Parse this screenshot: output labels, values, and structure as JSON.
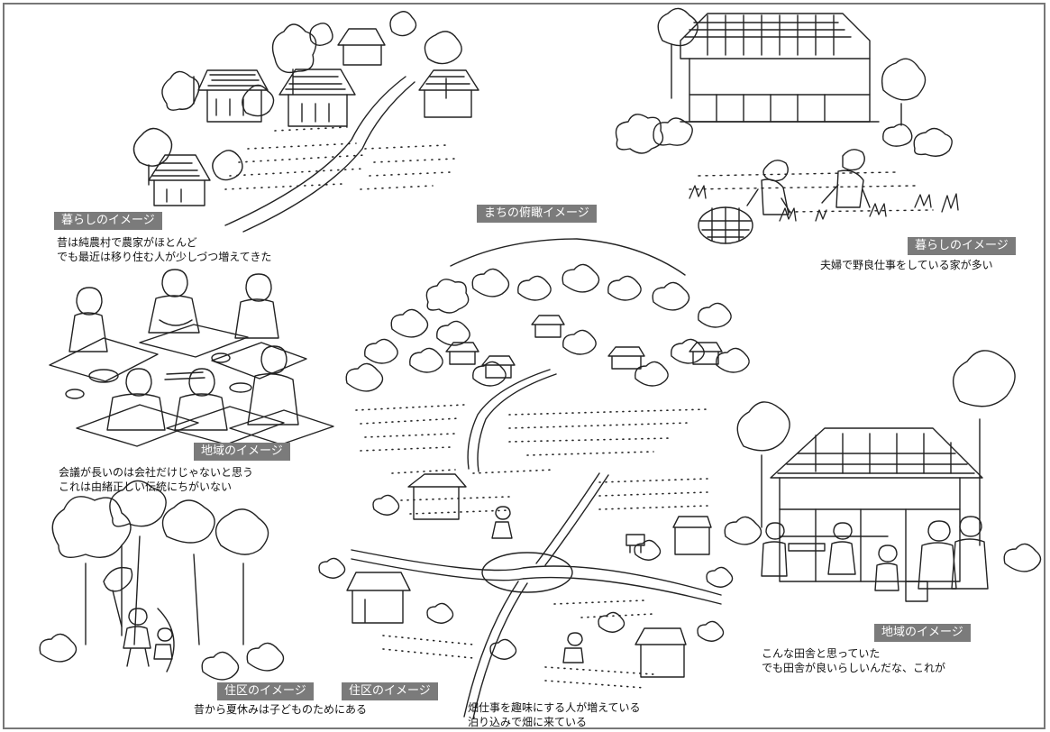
{
  "labels": {
    "top_left": "暮らしのイメージ",
    "center_top": "まちの俯瞰イメージ",
    "top_right": "暮らしのイメージ",
    "middle_left": "地域のイメージ",
    "bottom_left": "住区のイメージ",
    "bottom_center": "住区のイメージ",
    "bottom_right": "地域のイメージ"
  },
  "captions": {
    "top_left": [
      "昔は純農村で農家がほとんど",
      "でも最近は移り住む人が少しづつ増えてきた"
    ],
    "top_right": [
      "夫婦で野良仕事をしている家が多い"
    ],
    "middle_left": [
      "会議が長いのは会社だけじゃないと思う",
      "これは由緒正しい伝統にちがいない"
    ],
    "bottom_left": [
      "昔から夏休みは子どものためにある"
    ],
    "bottom_center": [
      "畑仕事を趣味にする人が増えている",
      "泊り込みで畑に来ている"
    ],
    "bottom_right": [
      "こんな田舎と思っていた",
      "でも田舎が良いらしいんだな、これが"
    ]
  },
  "colors": {
    "label_bg": "#7b7b7b",
    "ink": "#222222",
    "frame": "#777777"
  }
}
